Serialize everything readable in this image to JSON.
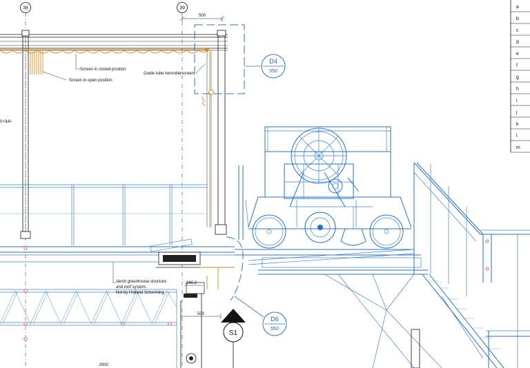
{
  "grid_markers": {
    "left": "38",
    "right": "39"
  },
  "dimensions": {
    "top_width": "500",
    "bottom_width": "2000",
    "small_width": "500",
    "small_height": "240.2",
    "left_side": "0×3,0"
  },
  "annotations": {
    "screen_closed": "Screen in closed position",
    "screen_open": "Screen in open position",
    "guide_tube": "Guide tube twinrollerscreen",
    "venlo_line1": "Venlo greenhouse structure",
    "venlo_line2": "and roof system.",
    "venlo_line3": "Not by Holland Scherming"
  },
  "detail_callouts": [
    {
      "id": "D4",
      "scale": "550"
    },
    {
      "id": "D6",
      "scale": "550"
    }
  ],
  "section_marker": "S1",
  "revision_rows": [
    "a",
    "b",
    "c",
    "d",
    "e",
    "f",
    "g",
    "h",
    "i",
    "j",
    "k",
    "l",
    "m"
  ],
  "colors": {
    "steel_blue": "#1f6fd1",
    "screen_orange": "#e08a12",
    "linework": "#111111"
  }
}
